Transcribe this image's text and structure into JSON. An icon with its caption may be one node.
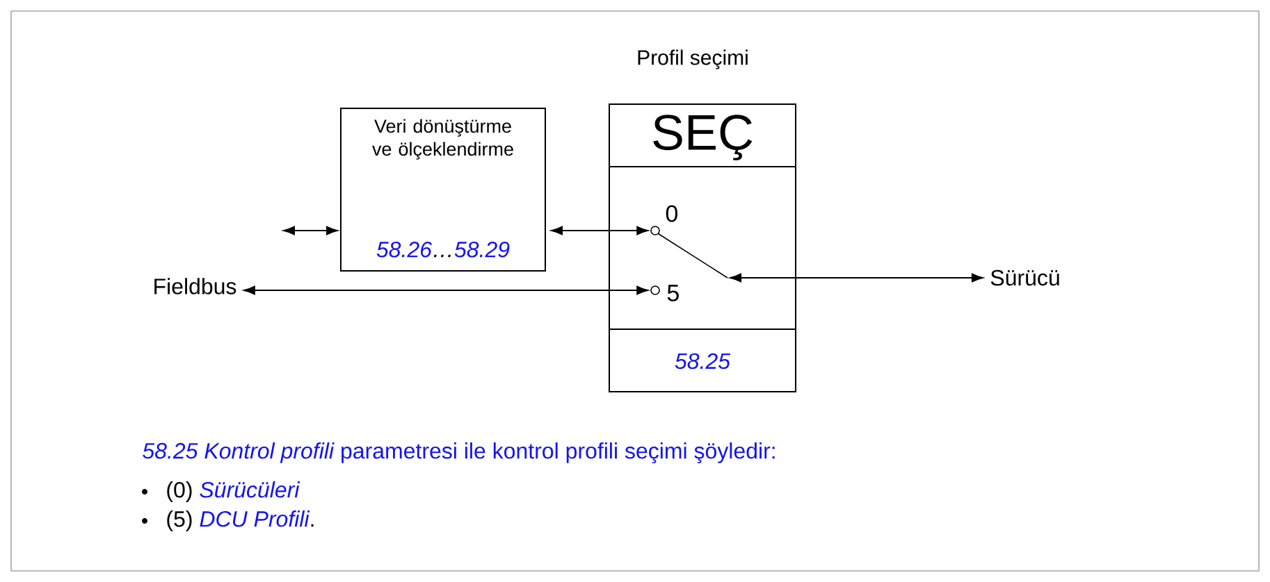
{
  "diagram": {
    "nodes": [
      {
        "text": [
          "Veri dönüştürme ve ölçeklendirme",
          "*58.26*…*58.29*"
        ]
      },
      {
        "text": [
          "Profil seçimi",
          "SEÇ",
          "58.25"
        ]
      },
      {
        "text": [],
        "shape": "circle",
        "beside": [
          "0"
        ],
        "in": 1
      },
      {
        "text": [],
        "shape": "circle",
        "beside": [
          "5"
        ],
        "in": 1
      },
      {
        "text": [
          "Fieldbus"
        ]
      },
      {
        "text": [
          "Sürücü"
        ]
      }
    ],
    "edges": [
      {
        "from": null,
        "to": 0,
        "arrow": "both"
      },
      {
        "from": 0,
        "to": 2,
        "arrow": "both"
      },
      {
        "from": 4,
        "to": 3,
        "arrow": "both"
      },
      {
        "from": 5,
        "to": 2,
        "arrow": "both"
      }
    ],
    "labels": [
      "*58.25 Kontrol profili* parametresi ile kontrol profili seçimi şöyledir:",
      "(0) *Sürücüleri*",
      "(5) *DCU Profili*."
    ]
  }
}
